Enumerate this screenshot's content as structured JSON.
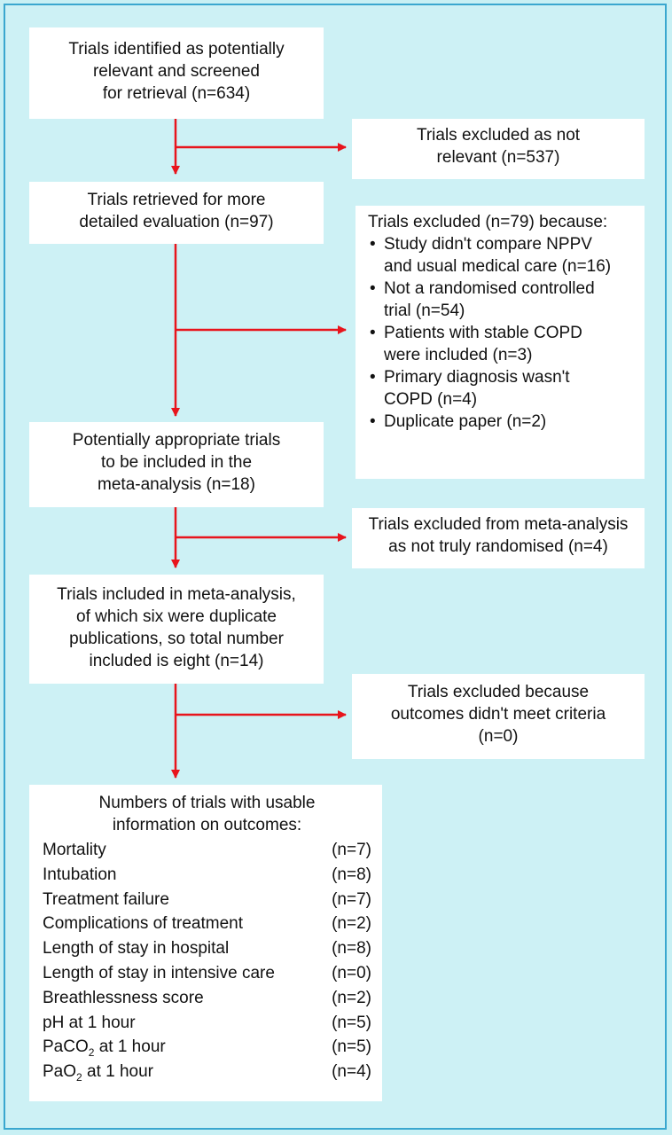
{
  "flow": {
    "screened": {
      "lines": [
        "Trials identified as potentially",
        "relevant and screened",
        "for retrieval (n=634)"
      ]
    },
    "excluded_not_relevant": {
      "lines": [
        "Trials excluded as not",
        "relevant (n=537)"
      ]
    },
    "retrieved": {
      "lines": [
        "Trials retrieved for more",
        "detailed evaluation (n=97)"
      ]
    },
    "excluded_79": {
      "heading": "Trials excluded (n=79) because:",
      "items": [
        {
          "l1": "Study didn't compare NPPV",
          "l2": "and usual medical care (n=16)"
        },
        {
          "l1": "Not a randomised controlled",
          "l2": "trial (n=54)"
        },
        {
          "l1": "Patients with stable COPD",
          "l2": "were included (n=3)"
        },
        {
          "l1": "Primary diagnosis wasn't",
          "l2": "COPD (n=4)"
        },
        {
          "l1": "Duplicate paper (n=2)",
          "l2": ""
        }
      ]
    },
    "appropriate": {
      "lines": [
        "Potentially appropriate trials",
        "to be included in the",
        "meta-analysis (n=18)"
      ]
    },
    "excluded_not_randomised": {
      "lines": [
        "Trials excluded from meta-analysis",
        "as not truly randomised (n=4)"
      ]
    },
    "included": {
      "lines": [
        "Trials included in meta-analysis,",
        "of which six were duplicate",
        "publications, so total number",
        "included is eight (n=14)"
      ]
    },
    "excluded_outcomes": {
      "lines": [
        "Trials excluded because",
        "outcomes didn't meet criteria",
        "(n=0)"
      ]
    },
    "outcomes": {
      "heading_lines": [
        "Numbers of trials with usable",
        "information on outcomes:"
      ],
      "rows": [
        {
          "label": "Mortality",
          "n": "(n=7)"
        },
        {
          "label": "Intubation",
          "n": "(n=8)"
        },
        {
          "label": "Treatment failure",
          "n": "(n=7)"
        },
        {
          "label": "Complications of treatment",
          "n": "(n=2)"
        },
        {
          "label": "Length of stay in hospital",
          "n": "(n=8)"
        },
        {
          "label": "Length of stay in intensive care",
          "n": "(n=0)"
        },
        {
          "label": "Breathlessness score",
          "n": "(n=2)"
        },
        {
          "label": "pH at 1 hour",
          "n": "(n=5)"
        },
        {
          "label_pre": "PaCO",
          "label_sub": "2",
          "label_post": " at 1 hour",
          "n": "(n=5)"
        },
        {
          "label_pre": "PaO",
          "label_sub": "2",
          "label_post": " at 1 hour",
          "n": "(n=4)"
        }
      ]
    }
  },
  "colors": {
    "background": "#cdf1f5",
    "border": "#3aa7cf",
    "arrow": "#e8141c",
    "box": "#ffffff"
  }
}
